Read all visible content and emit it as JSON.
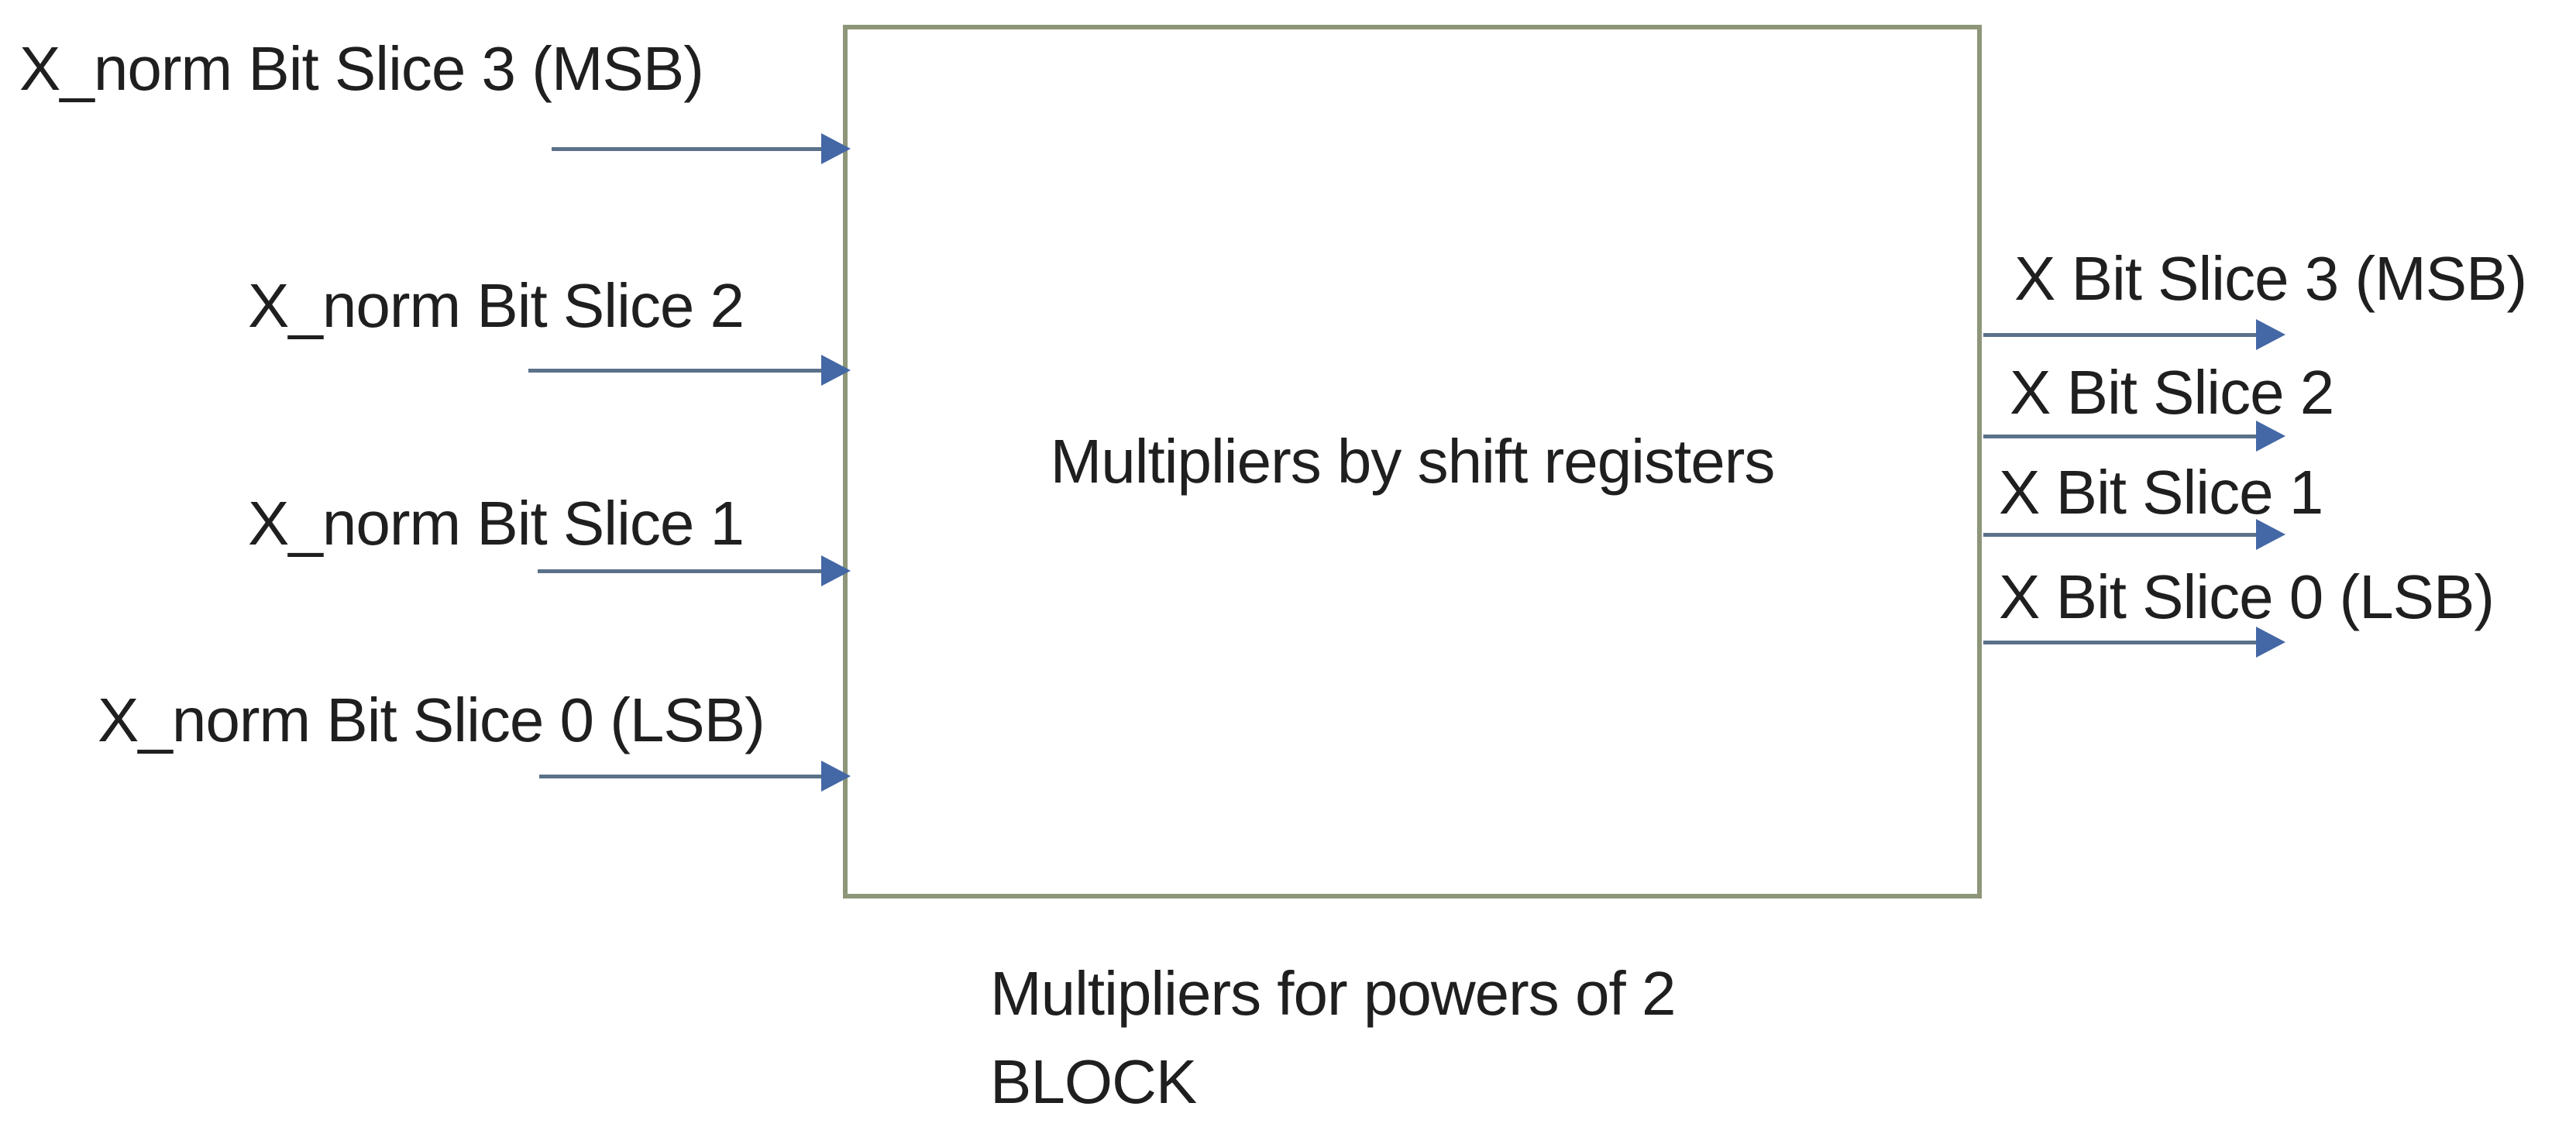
{
  "diagram": {
    "block": {
      "label": "Multipliers by shift registers"
    },
    "inputs": [
      {
        "label": "X_norm Bit Slice 3 (MSB)"
      },
      {
        "label": "X_norm Bit Slice 2"
      },
      {
        "label": "X_norm Bit Slice 1"
      },
      {
        "label": "X_norm Bit Slice 0 (LSB)"
      }
    ],
    "outputs": [
      {
        "label": "X Bit Slice 3 (MSB)"
      },
      {
        "label": "X Bit Slice 2"
      },
      {
        "label": "X Bit Slice 1"
      },
      {
        "label": "X Bit Slice 0 (LSB)"
      }
    ],
    "caption": {
      "line1": "Multipliers for powers of 2",
      "line2": "BLOCK"
    }
  },
  "colors": {
    "background": "#ffffff",
    "text": "#1f1f1f",
    "block_border": "#8d9679",
    "arrow_line": "#5b7189",
    "arrow_head": "#4467a5"
  }
}
